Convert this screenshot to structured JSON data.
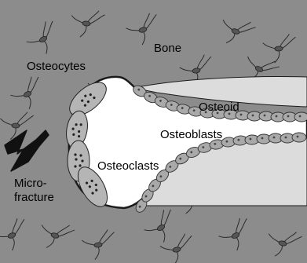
{
  "labels": {
    "bone": "Bone",
    "osteocytes": "Osteocytes",
    "osteoid": "Osteoid",
    "osteoblasts": "Osteoblasts",
    "osteoclasts": "Osteoclasts",
    "microfracture_line1": "Micro-",
    "microfracture_line2": "fracture"
  },
  "colors": {
    "bone": "#8c8c8c",
    "cavity": "#ffffff",
    "osteoid": "#dcdcdc",
    "osteoblast": "#a9a9a9",
    "osteoclast": "#b5b5b5",
    "osteocyte_body": "#555555",
    "outline": "#1a1a1a",
    "fracture": "#111111"
  }
}
